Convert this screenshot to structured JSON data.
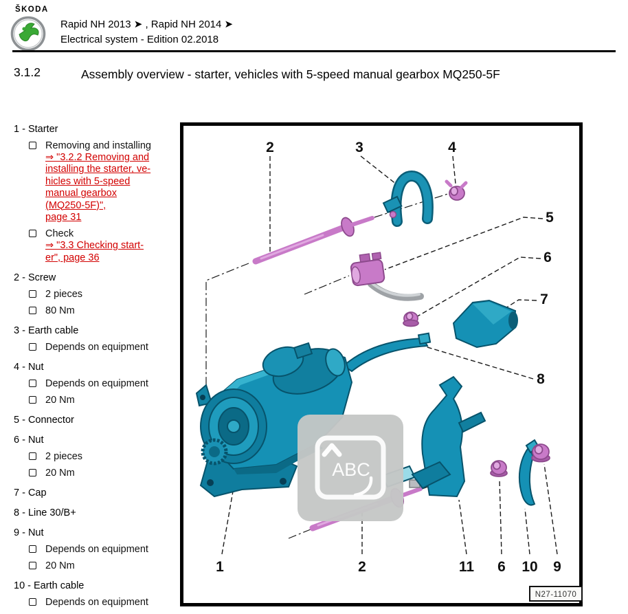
{
  "header": {
    "brand_wordmark": "ŠKODA",
    "logo_icon": "skoda-winged-arrow-logo",
    "line1": "Rapid NH 2013 ➤ , Rapid NH 2014 ➤",
    "line2": "Electrical system - Edition 02.2018"
  },
  "section": {
    "number": "3.1.2",
    "title": "Assembly overview - starter, vehicles with 5-speed manual gearbox MQ250-5F"
  },
  "parts_list": [
    {
      "label": "1 - Starter",
      "subitems": [
        {
          "text": "Removing and installing",
          "link": "⇒ \"3.2.2 Removing and\ninstalling the starter, ve-\nhicles with 5-speed\nmanual gearbox\n(MQ250-5F)\",\npage 31"
        },
        {
          "text": "Check",
          "link": "⇒ \"3.3 Checking start-\ner\", page 36"
        }
      ]
    },
    {
      "label": "2 - Screw",
      "subitems": [
        {
          "text": "2 pieces"
        },
        {
          "text": "80 Nm"
        }
      ]
    },
    {
      "label": "3 - Earth cable",
      "subitems": [
        {
          "text": "Depends on equipment"
        }
      ]
    },
    {
      "label": "4 - Nut",
      "subitems": [
        {
          "text": "Depends on equipment"
        },
        {
          "text": "20 Nm"
        }
      ]
    },
    {
      "label": "5 - Connector",
      "subitems": []
    },
    {
      "label": "6 - Nut",
      "subitems": [
        {
          "text": "2 pieces"
        },
        {
          "text": "20 Nm"
        }
      ]
    },
    {
      "label": "7 - Cap",
      "subitems": []
    },
    {
      "label": "8 - Line 30/B+",
      "subitems": []
    },
    {
      "label": "9 - Nut",
      "subitems": [
        {
          "text": "Depends on equipment"
        },
        {
          "text": "20 Nm"
        }
      ]
    },
    {
      "label": "10 - Earth cable",
      "subitems": [
        {
          "text": "Depends on equipment"
        }
      ]
    }
  ],
  "diagram": {
    "figure_code": "N27-11070",
    "watermark_text": "ABC",
    "callouts": [
      {
        "label": "2"
      },
      {
        "label": "3"
      },
      {
        "label": "4"
      },
      {
        "label": "5"
      },
      {
        "label": "6"
      },
      {
        "label": "7"
      },
      {
        "label": "8"
      },
      {
        "label": "1"
      },
      {
        "label": "2"
      },
      {
        "label": "11"
      },
      {
        "label": "6"
      },
      {
        "label": "10"
      },
      {
        "label": "9"
      }
    ]
  },
  "colors": {
    "link_red": "#d20000",
    "logo_green": "#3aa935",
    "part_teal": "#1591b5",
    "part_magenta": "#c87ac8",
    "cable_grey": "#b9bcc0"
  }
}
